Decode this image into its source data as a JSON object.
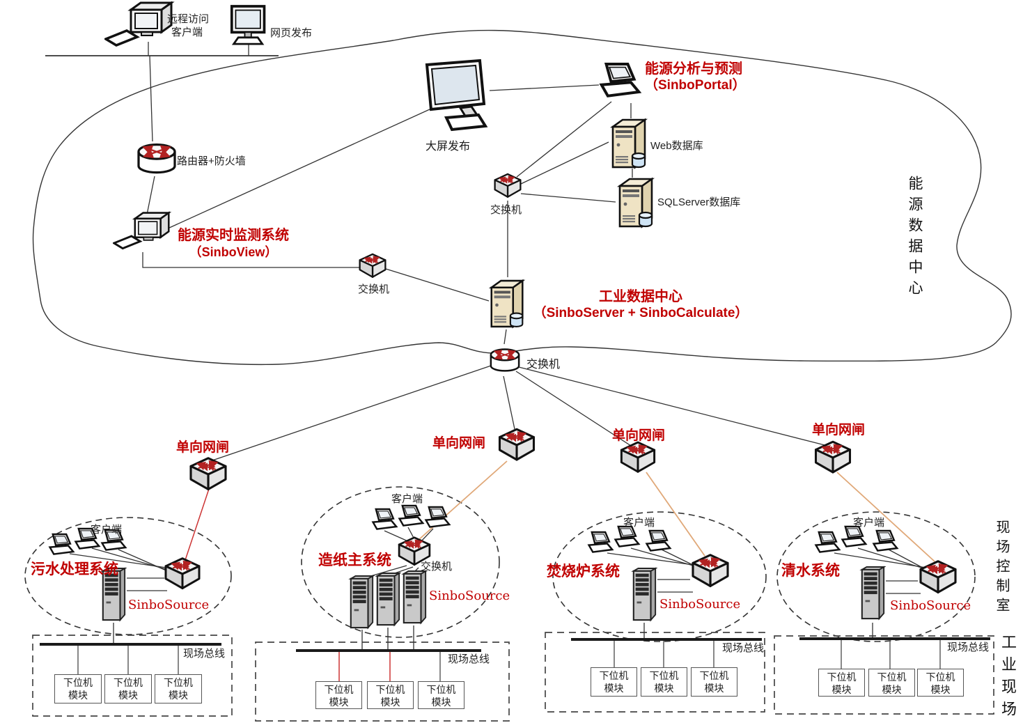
{
  "colors": {
    "accent_red": "#c00000",
    "line_black": "#333333",
    "orange_link": "#e0a878",
    "red_link": "#cc3333",
    "server_beige": "#efe3c4",
    "tower_gray": "#c9c9c9"
  },
  "nodes": {
    "remote_client": {
      "label_line1": "远程访问",
      "label_line2": "客户端"
    },
    "web_publish": {
      "label": "网页发布"
    },
    "router_firewall": {
      "label": "路由器+防火墙"
    },
    "sinbo_view": {
      "title": "能源实时监测系统",
      "subtitle": "（SinboView）"
    },
    "big_screen": {
      "label": "大屏发布"
    },
    "sinbo_portal": {
      "title": "能源分析与预测",
      "subtitle": "（SinboPortal）"
    },
    "web_db": {
      "label": "Web数据库"
    },
    "sql_db": {
      "label": "SQLServer数据库"
    },
    "switch_top": {
      "label": "交换机"
    },
    "switch_mid": {
      "label": "交换机"
    },
    "industry_dc": {
      "title": "工业数据中心",
      "subtitle": "（SinboServer + SinboCalculate）"
    },
    "core_switch": {
      "label": "交换机"
    }
  },
  "zones": {
    "energy_data_center": "能源数据中心",
    "field_control_room": "现场控制室",
    "industrial_field": "工业现场"
  },
  "gateways": [
    {
      "label": "单向网闸"
    },
    {
      "label": "单向网闸"
    },
    {
      "label": "单向网闸"
    },
    {
      "label": "单向网闸"
    }
  ],
  "subsystems": [
    {
      "title": "污水处理系统",
      "clients": "客户端",
      "source": "SinboSource",
      "bus": "现场总线"
    },
    {
      "title": "造纸主系统",
      "clients": "客户端",
      "switch": "交换机",
      "source": "SinboSource",
      "bus": "现场总线"
    },
    {
      "title": "焚烧炉系统",
      "clients": "客户端",
      "source": "SinboSource",
      "bus": "现场总线"
    },
    {
      "title": "清水系统",
      "clients": "客户端",
      "source": "SinboSource",
      "bus": "现场总线"
    }
  ],
  "module": {
    "line1": "下位机",
    "line2": "模块"
  }
}
